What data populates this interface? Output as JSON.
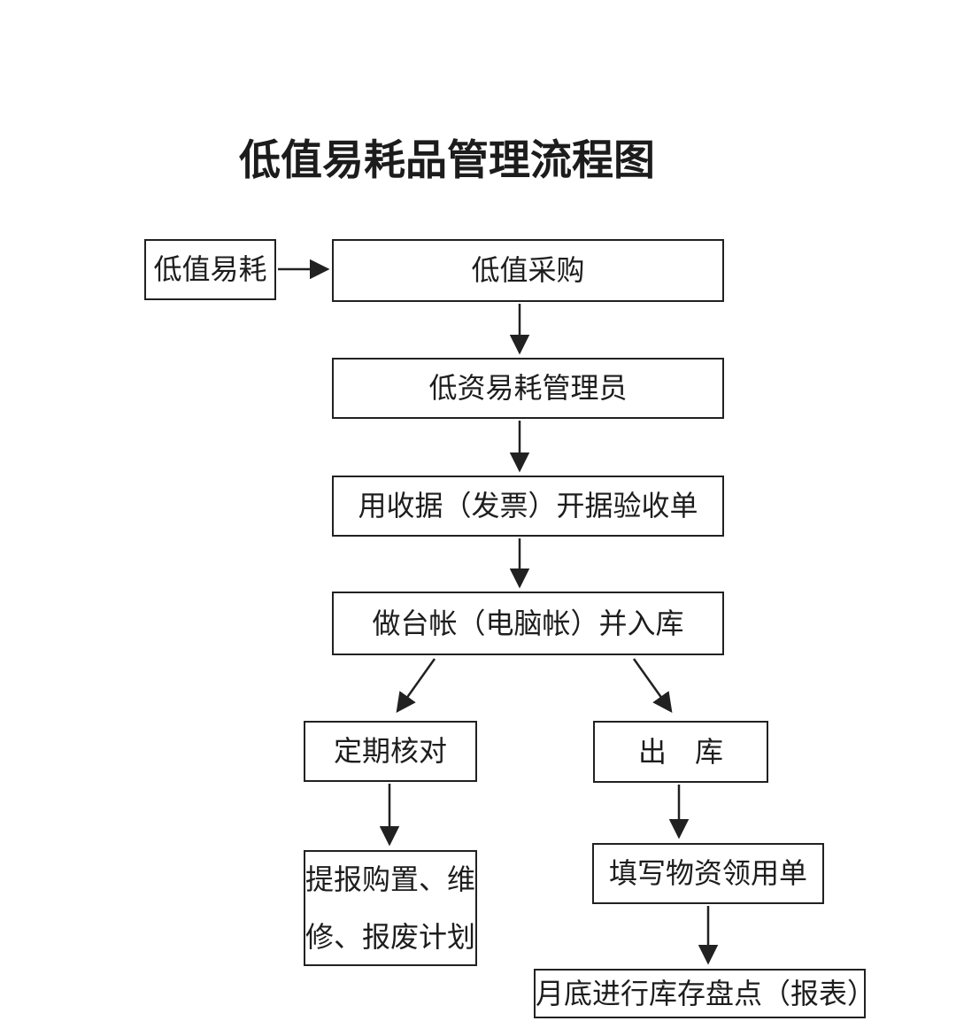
{
  "page": {
    "title": "低值易耗品管理流程图"
  },
  "colors": {
    "background": "#ffffff",
    "line": "#212121",
    "text": "#1d1d1d"
  },
  "nodes": {
    "start": {
      "label": "低值易耗"
    },
    "purchase": {
      "label": "低值采购"
    },
    "manager": {
      "label": "低资易耗管理员"
    },
    "receipt": {
      "label": "用收据（发票）开据验收单"
    },
    "ledger": {
      "label": "做台帐（电脑帐）并入库"
    },
    "periodic_check": {
      "label": "定期核对"
    },
    "outbound": {
      "label": "出　库"
    },
    "report_plan": {
      "label": "提报购置、维\n修、报废计划"
    },
    "requisition": {
      "label": "填写物资领用单"
    },
    "monthly_inventory": {
      "label": "月底进行库存盘点（报表）"
    }
  },
  "edges": [
    {
      "from": "start",
      "to": "purchase",
      "direction": "right"
    },
    {
      "from": "purchase",
      "to": "manager",
      "direction": "down"
    },
    {
      "from": "manager",
      "to": "receipt",
      "direction": "down"
    },
    {
      "from": "receipt",
      "to": "ledger",
      "direction": "down"
    },
    {
      "from": "ledger",
      "to": "periodic_check",
      "direction": "down-left"
    },
    {
      "from": "ledger",
      "to": "outbound",
      "direction": "down-right"
    },
    {
      "from": "periodic_check",
      "to": "report_plan",
      "direction": "down"
    },
    {
      "from": "outbound",
      "to": "requisition",
      "direction": "down"
    },
    {
      "from": "requisition",
      "to": "monthly_inventory",
      "direction": "down"
    }
  ]
}
